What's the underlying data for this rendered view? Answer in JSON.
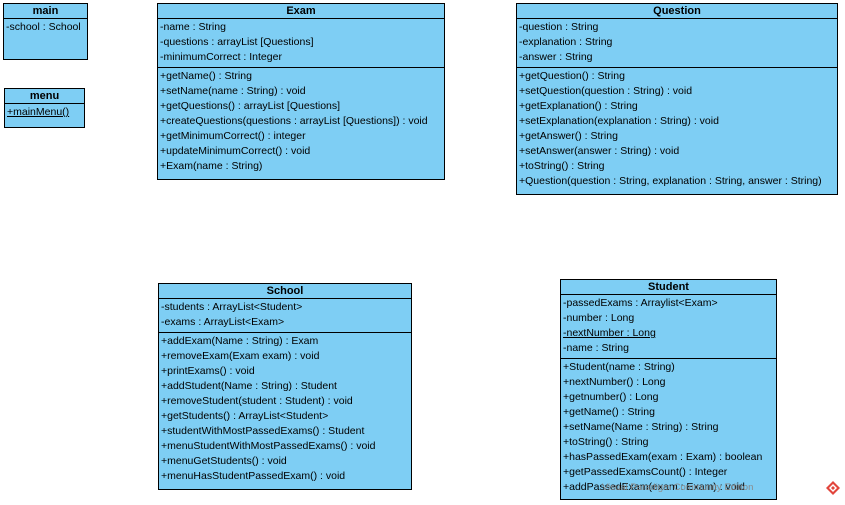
{
  "classes": {
    "main": {
      "name": "main",
      "attributes": [
        "-school : School"
      ],
      "operations": []
    },
    "menu": {
      "name": "menu",
      "attributes": [],
      "operations": [
        "+mainMenu()"
      ]
    },
    "exam": {
      "name": "Exam",
      "attributes": [
        "-name : String",
        "-questions : arrayList [Questions]",
        "-minimumCorrect : Integer"
      ],
      "operations": [
        "+getName() : String",
        "+setName(name : String) : void",
        "+getQuestions() : arrayList [Questions]",
        "+createQuestions(questions : arrayList [Questions]) : void",
        "+getMinimumCorrect() : integer",
        "+updateMinimumCorrect() : void",
        "+Exam(name : String)"
      ]
    },
    "question": {
      "name": "Question",
      "attributes": [
        "-question : String",
        "-explanation : String",
        "-answer : String"
      ],
      "operations": [
        "+getQuestion() : String",
        "+setQuestion(question : String) : void",
        "+getExplanation() : String",
        "+setExplanation(explanation : String) : void",
        "+getAnswer() : String",
        "+setAnswer(answer : String) : void",
        "+toString() : String",
        "+Question(question : String, explanation : String, answer : String)"
      ]
    },
    "school": {
      "name": "School",
      "attributes": [
        "-students : ArrayList<Student>",
        "-exams : ArrayList<Exam>"
      ],
      "operations": [
        "+addExam(Name : String) : Exam",
        "+removeExam(Exam exam) : void",
        "+printExams() : void",
        "+addStudent(Name : String) : Student",
        "+removeStudent(student : Student) : void",
        "+getStudents() : ArrayList<Student>",
        "+studentWithMostPassedExams() : Student",
        "+menuStudentWithMostPassedExams() : void",
        "+menuGetStudents() : void",
        "+menuHasStudentPassedExam() : void"
      ]
    },
    "student": {
      "name": "Student",
      "attributes": [
        "-passedExams : Arraylist<Exam>",
        "-number : Long",
        "-nextNumber : Long",
        "-name : String"
      ],
      "operations": [
        "+Student(name : String)",
        "+nextNumber() : Long",
        "+getnumber() : Long",
        "+getName() : String",
        "+setName(Name : String) : String",
        "+toString() : String",
        "+hasPassedExam(exam : Exam) : boolean",
        "+getPassedExamsCount() : Integer",
        "+addPassedExam(exam : Exam) : void"
      ]
    }
  },
  "watermark": "Visual Paradigm Community Edition"
}
